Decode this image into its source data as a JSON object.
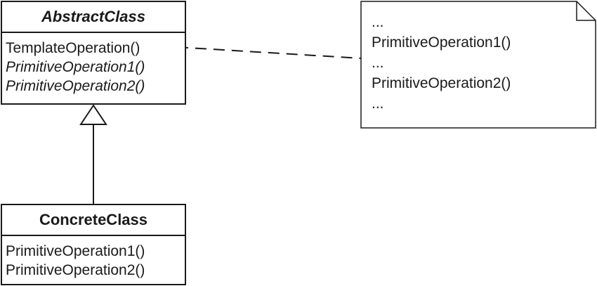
{
  "abstract_class": {
    "name": "AbstractClass",
    "operations": [
      {
        "label": "TemplateOperation()",
        "italic": false
      },
      {
        "label": "PrimitiveOperation1()",
        "italic": true
      },
      {
        "label": "PrimitiveOperation2()",
        "italic": true
      }
    ]
  },
  "concrete_class": {
    "name": "ConcreteClass",
    "operations": [
      {
        "label": "PrimitiveOperation1()",
        "italic": false
      },
      {
        "label": "PrimitiveOperation2()",
        "italic": false
      }
    ]
  },
  "note": {
    "lines": [
      "...",
      "PrimitiveOperation1()",
      "...",
      "PrimitiveOperation2()",
      "..."
    ]
  },
  "relations": [
    {
      "type": "generalization",
      "from": "ConcreteClass",
      "to": "AbstractClass"
    },
    {
      "type": "note-attachment",
      "from": "TemplateOperation()",
      "to": "note"
    }
  ],
  "colors": {
    "stroke": "#1a1a1a",
    "background": "#ffffff"
  }
}
